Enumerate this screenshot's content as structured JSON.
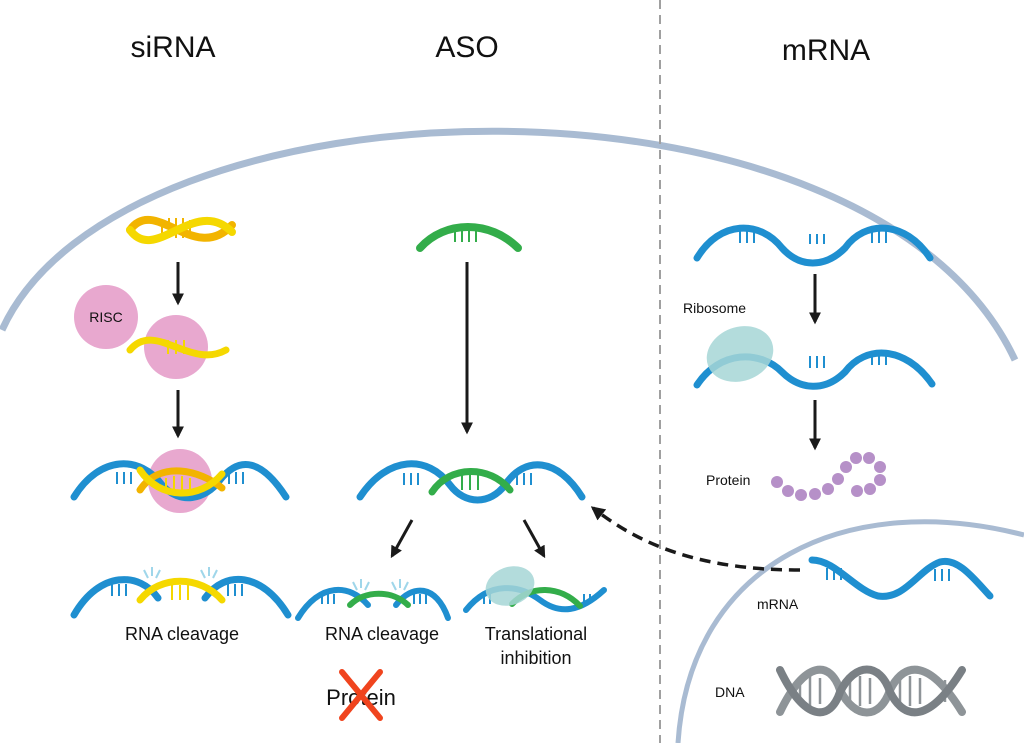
{
  "titles": {
    "sirna": "siRNA",
    "aso": "ASO",
    "mrna": "mRNA"
  },
  "labels": {
    "risc": "RISC",
    "sirna_cleavage": "RNA cleavage",
    "aso_cleavage": "RNA cleavage",
    "translational_line1": "Translational",
    "translational_line2": "inhibition",
    "protein_blocked": "Protein",
    "ribosome": "Ribosome",
    "protein_product": "Protein",
    "nucleus_mrna": "mRNA",
    "dna": "DNA"
  },
  "colors": {
    "target_rna": "#1f8fd0",
    "sirna_strand": "#f5d800",
    "sirna_strand_dark": "#f2b400",
    "aso_strand": "#33ad4a",
    "risc": "#e8a8cf",
    "ribosome": "#a6d6d6",
    "protein_bead": "#b690c8",
    "membrane": "#a9bbd2",
    "divider": "#a0a0a0",
    "arrow": "#1a1a1a",
    "block_x": "#f0441e",
    "dna": "#8e9498",
    "cleavage_mark": "#9fd6ea"
  }
}
